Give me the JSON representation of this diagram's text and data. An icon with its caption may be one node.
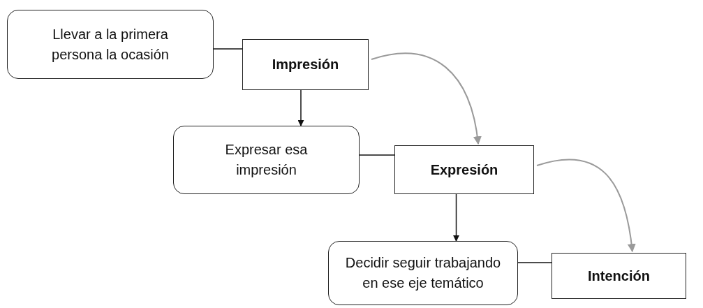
{
  "diagram": {
    "nodes": [
      {
        "text": [
          "Llevar a la primera persona la ocasión"
        ]
      },
      {
        "text": [
          "Impresión"
        ]
      },
      {
        "text": [
          "Expresar esa impresión"
        ]
      },
      {
        "text": [
          "Expresión"
        ]
      },
      {
        "text": [
          "Decidir seguir trabajando en ese eje temático"
        ]
      },
      {
        "text": [
          "Intención"
        ]
      }
    ],
    "edges": [
      {
        "from": 0,
        "to": 1,
        "arrow": "none"
      },
      {
        "from": 1,
        "to": 2,
        "arrow": "to"
      },
      {
        "from": 1,
        "to": 3,
        "arrow": "to",
        "color": "#9a9a9a"
      },
      {
        "from": 2,
        "to": 3,
        "arrow": "none"
      },
      {
        "from": 3,
        "to": 4,
        "arrow": "to"
      },
      {
        "from": 3,
        "to": 5,
        "arrow": "to",
        "color": "#9a9a9a"
      },
      {
        "from": 4,
        "to": 5,
        "arrow": "none"
      }
    ]
  }
}
